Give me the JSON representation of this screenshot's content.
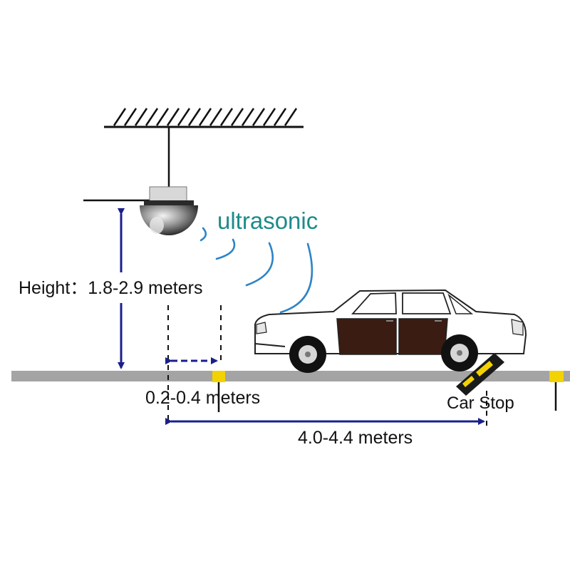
{
  "diagram": {
    "signal_label": "ultrasonic",
    "height_label": "Height：1.8-2.9 meters",
    "near_range_label": "0.2-0.4 meters",
    "car_stop_label": "Car Stop",
    "distance_label": "4.0-4.4 meters"
  },
  "colors": {
    "arrow": "#1a1f8c",
    "signal_wave": "#2e84c6",
    "ultrasonic_text": "#1e8a8a",
    "floor": "#a4a4a4",
    "marker": "#f2d200",
    "car_door_panel": "#3a1c12"
  },
  "icons": [
    "ceiling-hatch-icon",
    "sensor-dome-icon",
    "car-icon",
    "car-stop-icon"
  ]
}
